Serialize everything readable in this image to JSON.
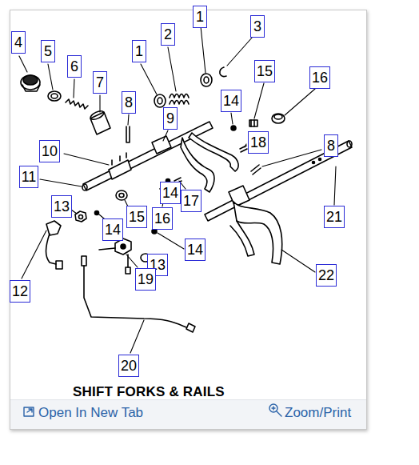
{
  "diagram": {
    "title": "SHIFT FORKS & RAILS",
    "labels": [
      "4",
      "5",
      "6",
      "7",
      "1",
      "2",
      "1",
      "3",
      "15",
      "16",
      "14",
      "8",
      "9",
      "18",
      "8",
      "10",
      "11",
      "14",
      "17",
      "16",
      "15",
      "13",
      "14",
      "21",
      "14",
      "13",
      "19",
      "22",
      "12",
      "20",
      "Open In New Tab",
      "Zoom/Print"
    ]
  }
}
